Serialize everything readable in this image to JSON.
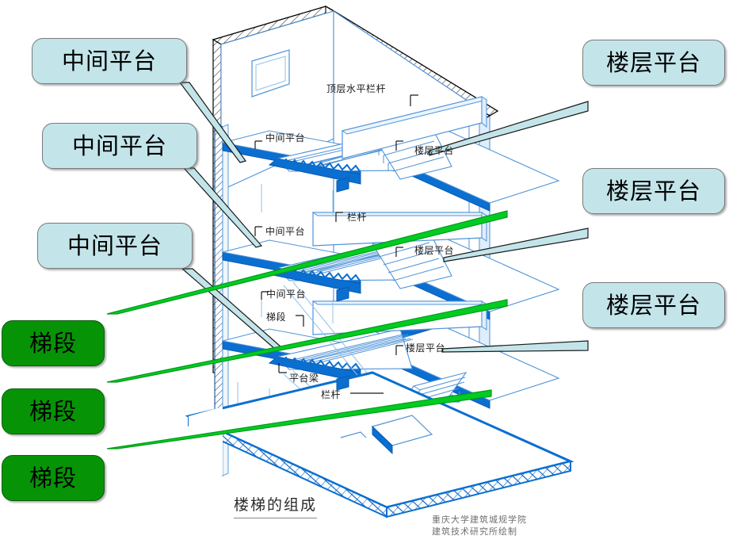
{
  "meta": {
    "caption": "楼梯的组成",
    "credit_line_1": "重庆大学建筑城规学院",
    "credit_line_2": "建筑技术研究所绘制"
  },
  "colors": {
    "callout_blue_fill": "#c3e5ea",
    "callout_blue_border": "#7a7a7a",
    "callout_green_fill": "#069406",
    "pointer_green": "#00cc22",
    "pointer_green_edge": "#009a18",
    "drawing_blue": "#0a6fd0",
    "drawing_blue_light": "#5ea0e0",
    "outline_black": "#000000"
  },
  "callouts_left_blue": [
    {
      "label": "中间平台",
      "name": "callout-intermediate-landing-1"
    },
    {
      "label": "中间平台",
      "name": "callout-intermediate-landing-2"
    },
    {
      "label": "中间平台",
      "name": "callout-intermediate-landing-3"
    }
  ],
  "callouts_left_green": [
    {
      "label": "梯段",
      "name": "callout-stair-flight-1"
    },
    {
      "label": "梯段",
      "name": "callout-stair-flight-2"
    },
    {
      "label": "梯段",
      "name": "callout-stair-flight-3"
    }
  ],
  "callouts_right_blue": [
    {
      "label": "楼层平台",
      "name": "callout-floor-landing-1"
    },
    {
      "label": "楼层平台",
      "name": "callout-floor-landing-2"
    },
    {
      "label": "楼层平台",
      "name": "callout-floor-landing-3"
    }
  ],
  "drawing_labels": [
    {
      "label": "顶层水平栏杆",
      "name": "label-top-horizontal-railing"
    },
    {
      "label": "中间平台",
      "name": "label-intermediate-landing-top"
    },
    {
      "label": "楼层平台",
      "name": "label-floor-landing-top"
    },
    {
      "label": "中间平台",
      "name": "label-intermediate-landing-mid"
    },
    {
      "label": "栏杆",
      "name": "label-railing-mid"
    },
    {
      "label": "楼层平台",
      "name": "label-floor-landing-mid"
    },
    {
      "label": "中间平台",
      "name": "label-intermediate-landing-low"
    },
    {
      "label": "梯段",
      "name": "label-stair-flight"
    },
    {
      "label": "平台梁",
      "name": "label-landing-beam"
    },
    {
      "label": "栏杆",
      "name": "label-railing-low"
    },
    {
      "label": "楼层平台",
      "name": "label-floor-landing-low"
    }
  ]
}
